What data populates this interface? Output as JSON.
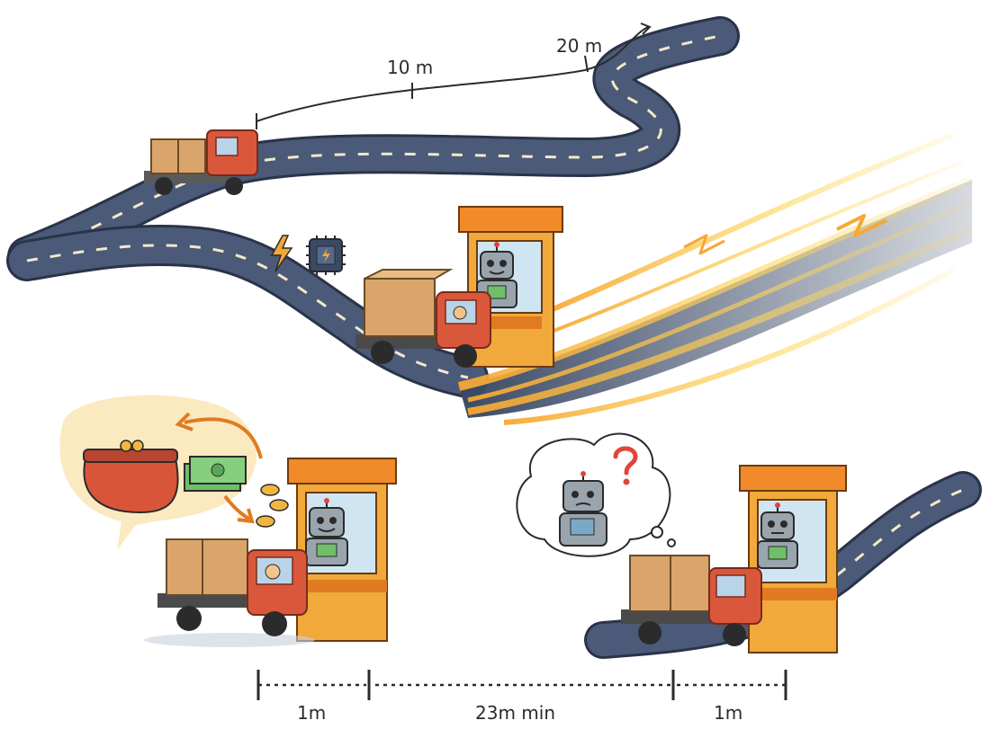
{
  "labels": {
    "dist_10": "10 m",
    "dist_20": "20 m",
    "time_left": "1m",
    "time_mid": "23m min",
    "time_right": "1m"
  },
  "colors": {
    "road": "#4a5a78",
    "road_edge": "#2a3348",
    "lane": "#f3e9c8",
    "truck": "#d9583c",
    "truck_dark": "#a8402b",
    "box": "#d9a56b",
    "box_dark": "#a97a45",
    "booth": "#f0a93a",
    "booth_roof": "#f08a2a",
    "robot": "#9aa4ad",
    "speed": "#f7a733",
    "speed_hot": "#ffd65a",
    "wallet": "#d9553a",
    "cash": "#6fbf6a",
    "coin": "#f2b640",
    "bubble": "#fbeac0",
    "question": "#e0453a"
  },
  "icons": [
    "lightning-icon",
    "chip-icon",
    "wallet-icon",
    "cash-icon",
    "coin-icon",
    "question-icon",
    "thought-bubble"
  ]
}
